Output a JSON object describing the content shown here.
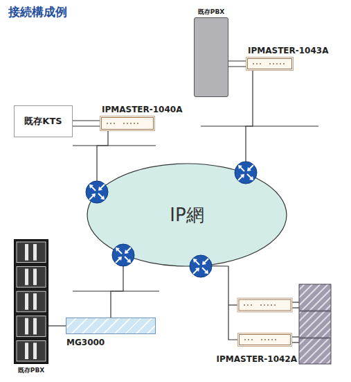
{
  "diagram": {
    "title": "接続構成例",
    "nodes": [
      {
        "text": [
          "既存PBX"
        ]
      },
      {
        "text": [
          "IPMASTER-1043A"
        ]
      },
      {
        "text": [
          "既存KTS"
        ]
      },
      {
        "text": [
          "IPMASTER-1040A"
        ]
      },
      {
        "text": [
          "IP網"
        ]
      },
      {
        "text": [
          "既存PBX"
        ]
      },
      {
        "text": [
          "MG3000"
        ]
      },
      {
        "text": [
          "IPMASTER-1042A"
        ]
      }
    ],
    "edges": [
      {
        "from": 0,
        "to": 1,
        "arrow": "none"
      },
      {
        "from": 2,
        "to": 3,
        "arrow": "none"
      },
      {
        "from": 1,
        "to": 4,
        "arrow": "none"
      },
      {
        "from": 3,
        "to": 4,
        "arrow": "none"
      },
      {
        "from": 6,
        "to": 4,
        "arrow": "none"
      },
      {
        "from": 7,
        "to": 4,
        "arrow": "none"
      },
      {
        "from": 5,
        "to": 6,
        "arrow": "none"
      }
    ]
  }
}
